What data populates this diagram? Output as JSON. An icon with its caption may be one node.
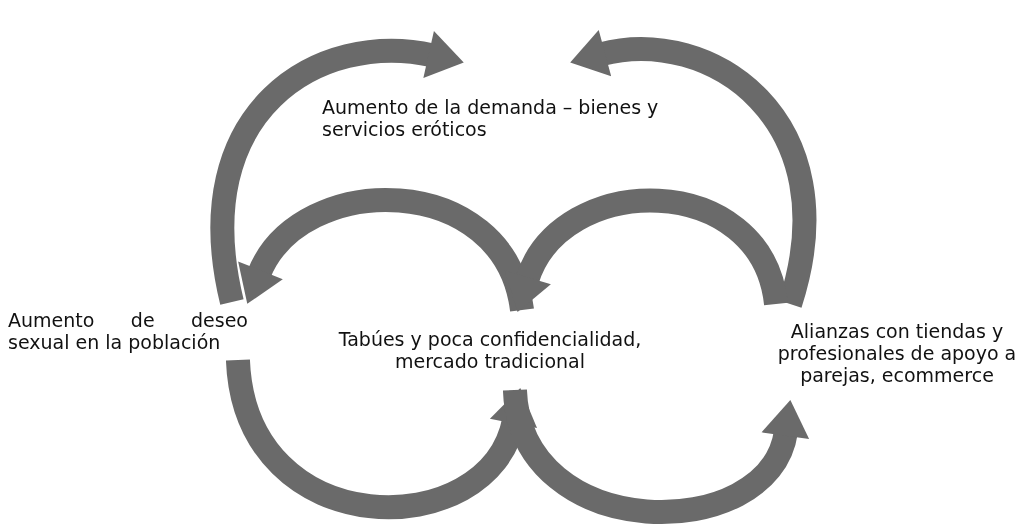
{
  "diagram": {
    "nodes": [
      {
        "text": [
          "Aumento de la demanda – bienes y servicios eróticos"
        ]
      },
      {
        "text": [
          "Aumento de deseo sexual en la población"
        ]
      },
      {
        "text": [
          "Tabúes y poca confidencialidad, mercado tradicional"
        ]
      },
      {
        "text": [
          "Alianzas con tiendas y profesionales de apoyo a parejas, ecommerce"
        ]
      }
    ],
    "edges": [
      {
        "from": 1,
        "to": 0,
        "arrow": "to"
      },
      {
        "from": 3,
        "to": 0,
        "arrow": "to"
      },
      {
        "from": 2,
        "to": 1,
        "arrow": "to"
      },
      {
        "from": 3,
        "to": 2,
        "arrow": "to"
      },
      {
        "from": 1,
        "to": 2,
        "arrow": "to"
      },
      {
        "from": 2,
        "to": 3,
        "arrow": "to"
      }
    ]
  }
}
